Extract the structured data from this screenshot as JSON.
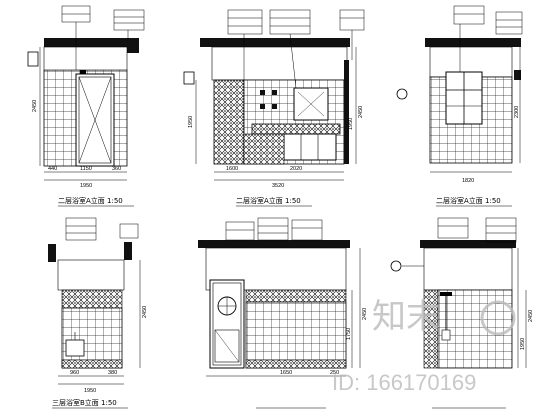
{
  "watermark": {
    "brand_text": "知末",
    "id_text": "ID: 166170169"
  },
  "panels": [
    {
      "name": "elevation-top-left",
      "caption": "二层浴室A立面 1:50",
      "dims_bottom": [
        "440",
        "1150",
        "360"
      ],
      "dims_total": "1950",
      "dims_left": [
        "2450"
      ],
      "contains": "door"
    },
    {
      "name": "elevation-top-middle",
      "caption": "二层浴室A立面 1:50",
      "dims_bottom": [
        "1600",
        "2020"
      ],
      "dims_total": "3520",
      "dims_left": [
        "1950"
      ],
      "dims_right": [
        "1950",
        "2450"
      ],
      "contains": "vanity-mirror"
    },
    {
      "name": "elevation-top-right",
      "caption": "二层浴室A立面 1:50",
      "dims_bottom": [
        "1820"
      ],
      "dims_total": "",
      "dims_right": [
        "2300"
      ],
      "contains": "window"
    },
    {
      "name": "elevation-bottom-left",
      "caption": "三层浴室B立面 1:50",
      "dims_bottom": [
        "960",
        "380"
      ],
      "dims_total": "1950",
      "dims_right": [
        "2450"
      ],
      "contains": "basin"
    },
    {
      "name": "elevation-bottom-middle",
      "caption": "",
      "dims_bottom": [
        "1650",
        "250"
      ],
      "dims_total": "",
      "dims_right": [
        "1750",
        "2450"
      ],
      "contains": "door-round-window"
    },
    {
      "name": "elevation-bottom-right",
      "caption": "",
      "dims_bottom": [],
      "dims_total": "",
      "dims_right": [
        "1950",
        "2450"
      ],
      "contains": "shower"
    }
  ]
}
